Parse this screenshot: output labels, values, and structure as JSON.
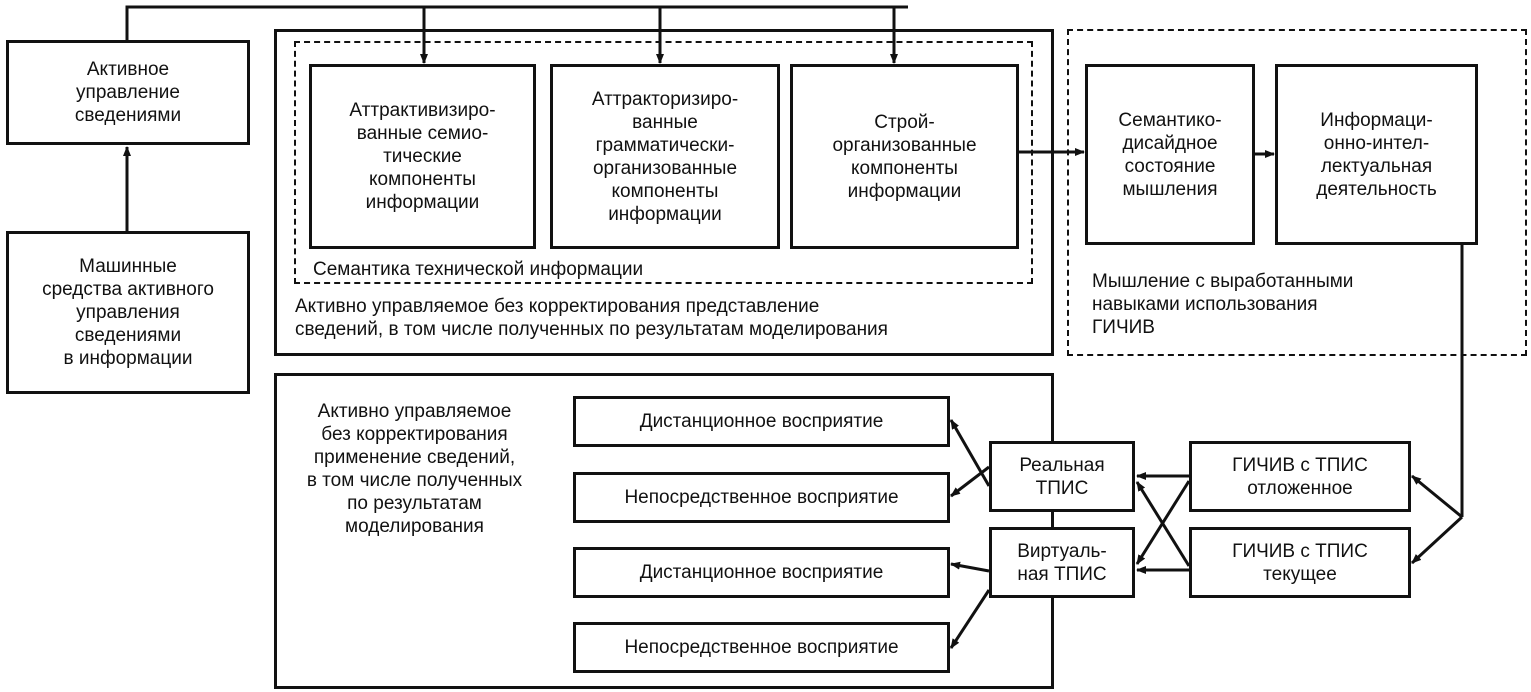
{
  "boxes": {
    "active_control": "Активное\nуправление\nсведениями",
    "machine_means": "Машинные\nсредства активного\nуправления\nсведениями\nв информации",
    "semiotic": "Аттрактивизиро-\nванные семио-\nтические\nкомпоненты\nинформации",
    "grammatical": "Аттракторизиро-\nванные\nграмматически-\nорганизованные\nкомпоненты\nинформации",
    "structural": "Строй-\nорганизованные\nкомпоненты\nинформации",
    "semantic_state": "Семантико-\nдисайдное\nсостояние\nмышления",
    "intellectual": "Информаци-\nонно-интел-\nлектуальная\nдеятельность",
    "remote_1": "Дистанционное восприятие",
    "direct_1": "Непосредственное восприятие",
    "remote_2": "Дистанционное восприятие",
    "direct_2": "Непосредственное восприятие",
    "real_tpis": "Реальная\nТПИС",
    "virtual_tpis": "Виртуаль-\nная ТПИС",
    "gichiv_deferred": "ГИЧИВ с ТПИС\nотложенное",
    "gichiv_current": "ГИЧИВ с ТПИС\nтекущее"
  },
  "groups": {
    "semantics_label": "Семантика технической информации",
    "representation_label": "Активно управляемое без корректирования представление\nсведений, в том числе полученных по результатам моделирования",
    "thinking_label": "Мышление с выработанными\nнавыками использования\nГИЧИВ",
    "application_label": "Активно управляемое\nбез корректирования\nприменение сведений,\nв том числе полученных\nпо результатам\nмоделирования"
  }
}
